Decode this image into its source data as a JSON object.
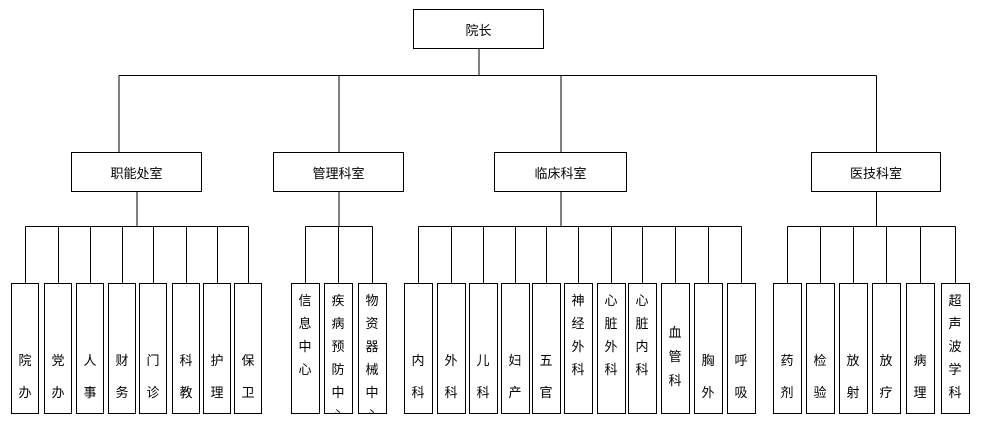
{
  "root": {
    "label": "院长"
  },
  "departments": [
    {
      "label": "职能处室",
      "children": [
        "院办",
        "党办",
        "人事",
        "财务",
        "门诊",
        "科教",
        "护理",
        "保卫"
      ]
    },
    {
      "label": "管理科室",
      "children": [
        "信息中心",
        "疾病预防中心",
        "物资器械中心"
      ]
    },
    {
      "label": "临床科室",
      "children": [
        "内科",
        "外科",
        "儿科",
        "妇产",
        "五官",
        "神经外科",
        "心脏外科",
        "心脏内科",
        "血管科",
        "胸外",
        "呼吸"
      ]
    },
    {
      "label": "医技科室",
      "children": [
        "药剂",
        "检验",
        "放射",
        "放疗",
        "病理",
        "超声波学科"
      ]
    }
  ]
}
